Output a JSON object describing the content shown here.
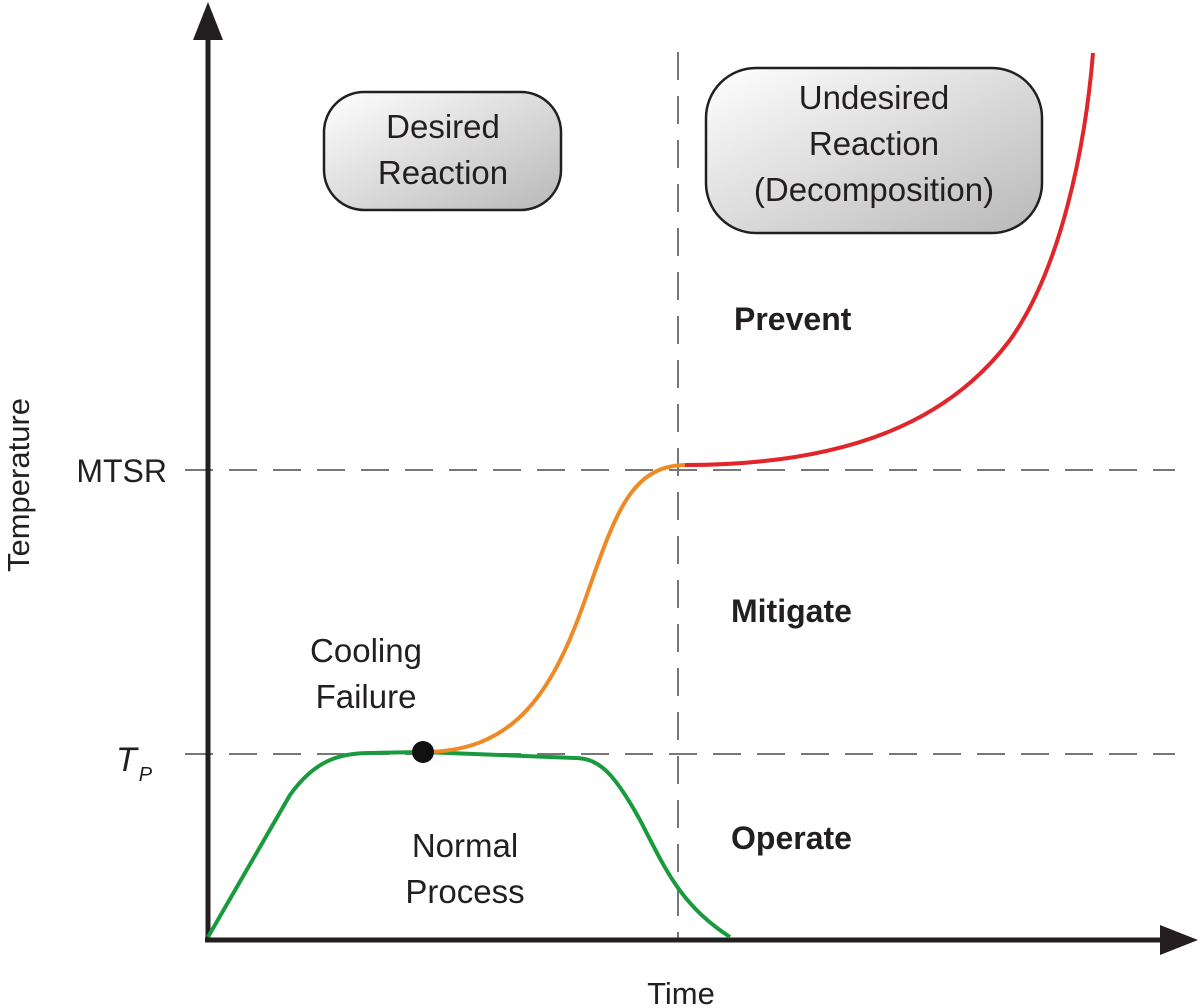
{
  "axes": {
    "x_label": "Time",
    "y_label": "Temperature"
  },
  "levels": {
    "mtsr": "MTSR",
    "tp_symbol": "T",
    "tp_subscript": "P"
  },
  "boxes": {
    "desired": [
      "Desired",
      "Reaction"
    ],
    "undesired": [
      "Undesired",
      "Reaction",
      "(Decomposition)"
    ]
  },
  "annotations": {
    "cooling_failure": [
      "Cooling",
      "Failure"
    ],
    "normal_process": [
      "Normal",
      "Process"
    ]
  },
  "zones": {
    "prevent": "Prevent",
    "mitigate": "Mitigate",
    "operate": "Operate"
  },
  "colors": {
    "axis": "#231f20",
    "guide": "#777777",
    "normal_curve": "#1a9a3e",
    "runaway_curve": "#ee8a26",
    "decomposition_curve": "#e0262b",
    "box_fill_light": "#ffffff",
    "box_fill_dark": "#b8b8b8",
    "marker": "#111111"
  }
}
